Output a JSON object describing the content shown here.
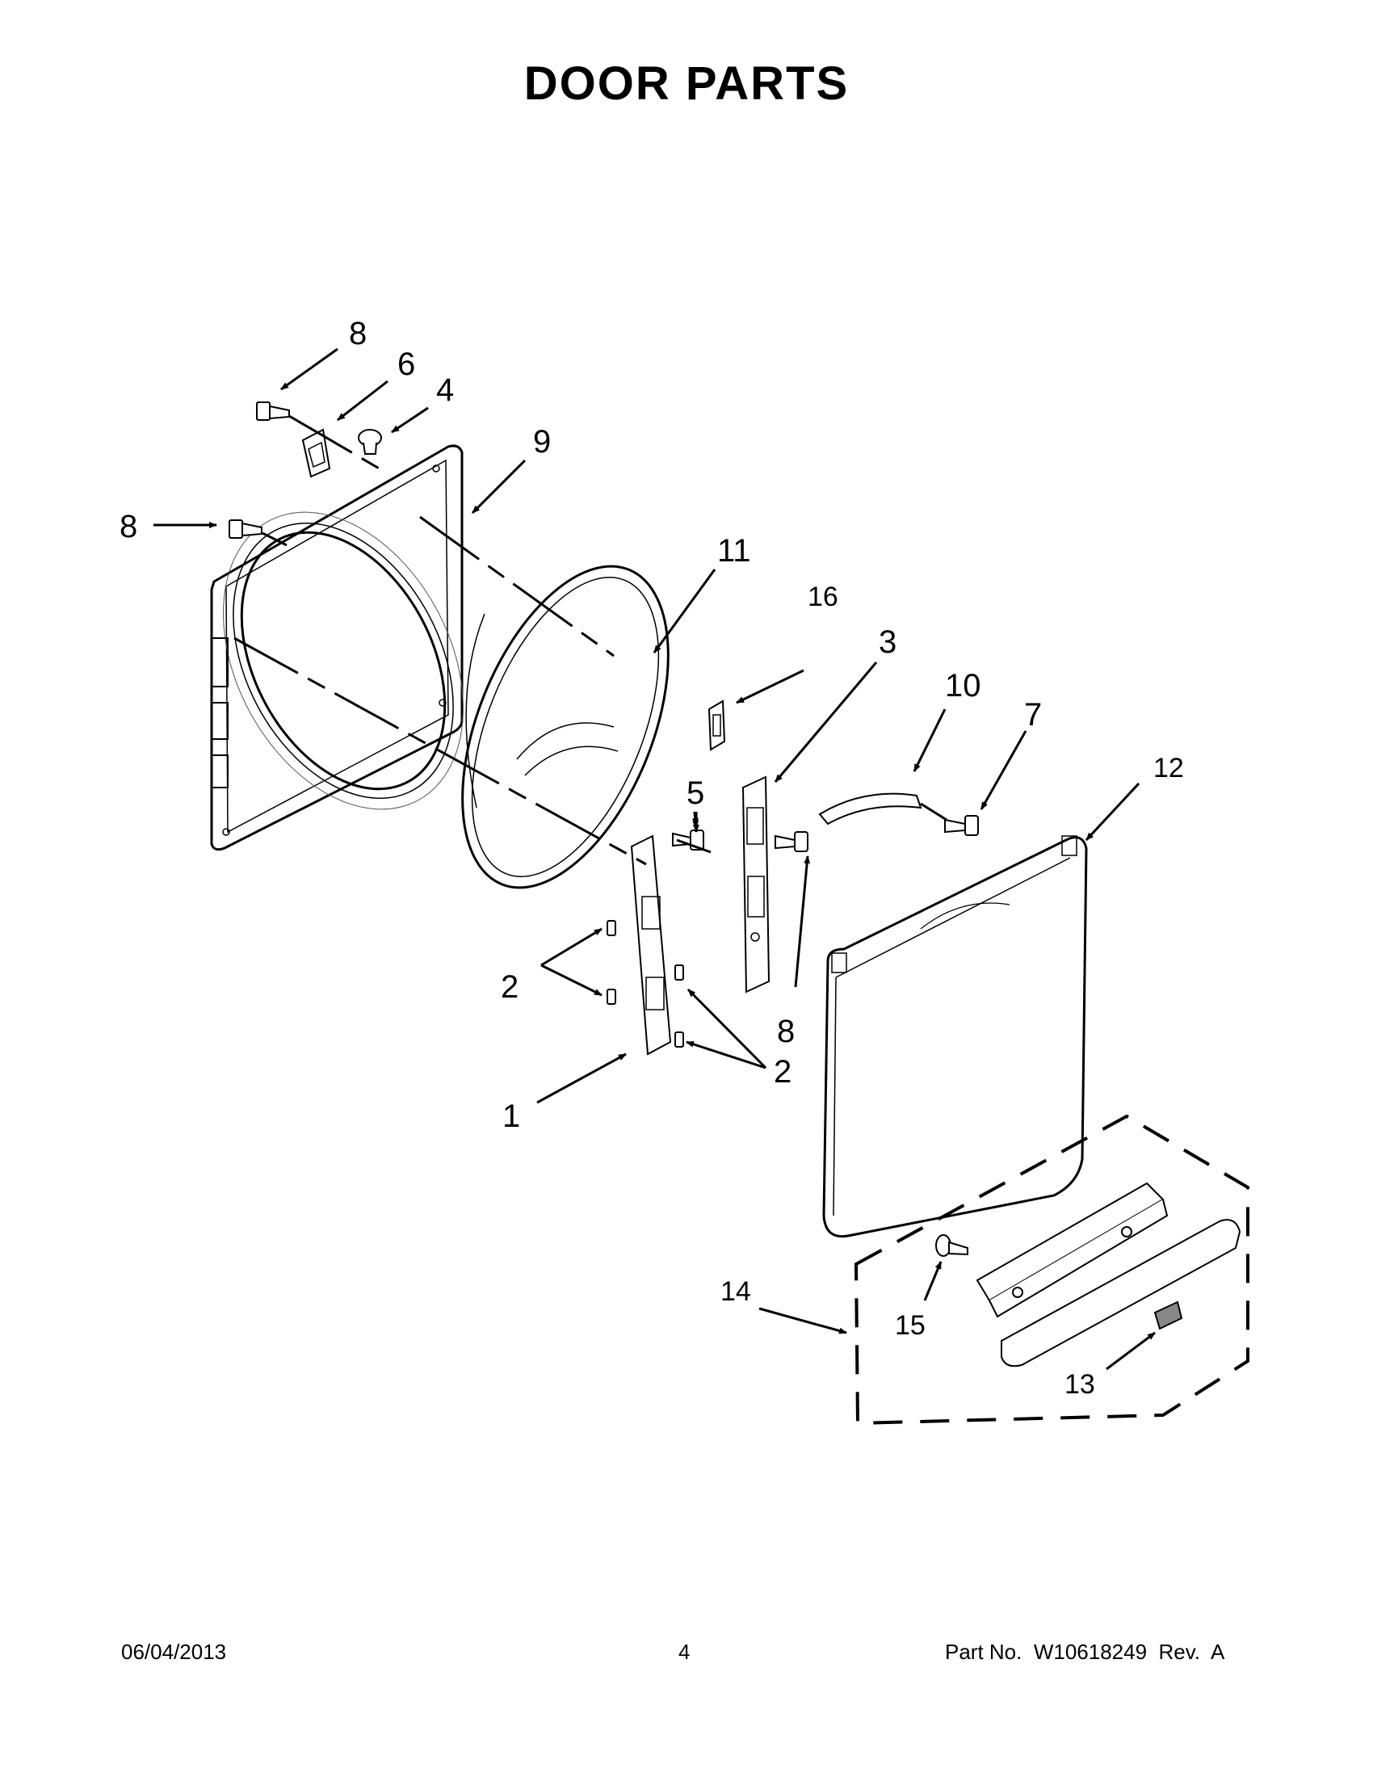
{
  "page_title": "DOOR PARTS",
  "callouts": {
    "c8a": "8",
    "c6": "6",
    "c4": "4",
    "c9": "9",
    "c8b": "8",
    "c11": "11",
    "c16": "16",
    "c3": "3",
    "c10": "10",
    "c7": "7",
    "c12": "12",
    "c5": "5",
    "c2a": "2",
    "c8c": "8",
    "c2b": "2",
    "c1": "1",
    "c14": "14",
    "c15": "15",
    "c13": "13"
  },
  "footer": {
    "date": "06/04/2013",
    "page_number": "4",
    "part_no": "Part No.  W10618249  Rev.  A"
  }
}
